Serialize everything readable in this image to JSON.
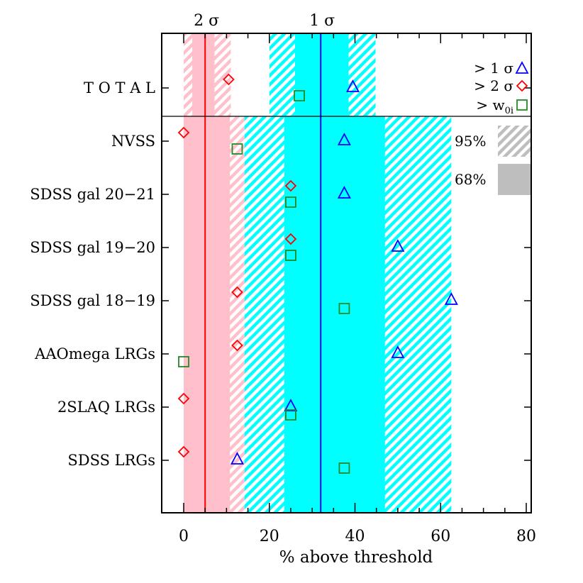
{
  "chart_data": {
    "type": "scatter",
    "xlabel": "% above threshold",
    "xlim": [
      -5,
      85
    ],
    "x_ticks": [
      0,
      20,
      40,
      60,
      80
    ],
    "categories": [
      "TOTAL",
      "NVSS",
      "SDSS gal 20-21",
      "SDSS gal 19-20",
      "SDSS gal 18-19",
      "AAOmega LRGs",
      "2SLAQ LRGs",
      "SDSS LRGs"
    ],
    "category_labels": [
      "T O T A L",
      "NVSS",
      "SDSS gal 20−21",
      "SDSS gal 19−20",
      "SDSS gal 18−19",
      "AAOmega LRGs",
      "2SLAQ LRGs",
      "SDSS LRGs"
    ],
    "top_labels": [
      {
        "text": "2 σ",
        "x": 5
      },
      {
        "text": "1 σ",
        "x": 32
      }
    ],
    "vertical_lines": [
      {
        "name": "2 sigma",
        "x": 5,
        "color": "#ff0000"
      },
      {
        "name": "1 sigma",
        "x": 32,
        "color": "#0000ff"
      }
    ],
    "bands": {
      "total": {
        "sigma2": {
          "inner": [
            2,
            7.2
          ],
          "outer": [
            0,
            11
          ]
        },
        "sigma1": {
          "inner": [
            26,
            38.5
          ],
          "outer": [
            20,
            44.8
          ]
        }
      },
      "samples": {
        "sigma2": {
          "inner": [
            0,
            10.8
          ],
          "outer": [
            0,
            14.2
          ]
        },
        "sigma1": {
          "inner": [
            23.5,
            47
          ],
          "outer": [
            14.2,
            62.5
          ]
        }
      }
    },
    "series": [
      {
        "name": "> 1 σ",
        "marker": "triangle",
        "color": "#0000ff",
        "values": [
          39.5,
          37.5,
          37.5,
          50,
          62.5,
          50,
          25,
          12.5
        ]
      },
      {
        "name": "> 2 σ",
        "marker": "diamond",
        "color": "#ff0000",
        "values": [
          10.5,
          0,
          25,
          25,
          12.5,
          12.5,
          0,
          0
        ]
      },
      {
        "name": "> w0i",
        "marker": "square",
        "color": "#228b22",
        "values": [
          27,
          12.5,
          25,
          25,
          37.5,
          0,
          25,
          37.5
        ]
      }
    ],
    "legend": {
      "placement": "top-right",
      "entries": [
        {
          "text_main": "> 1 σ",
          "sub": "",
          "marker": "triangle",
          "color": "#0000ff"
        },
        {
          "text_main": "> 2 σ",
          "sub": "",
          "marker": "diamond",
          "color": "#ff0000"
        },
        {
          "text_main": "> w",
          "sub": "0i",
          "marker": "square",
          "color": "#228b22"
        }
      ],
      "band_entries": [
        {
          "text": "95%",
          "style": "hatched"
        },
        {
          "text": "68%",
          "style": "solid"
        }
      ]
    },
    "colors": {
      "pink": "#ffc0cb",
      "cyan": "#00ffff",
      "legend_gray": "#bebebe"
    },
    "grid": false
  }
}
